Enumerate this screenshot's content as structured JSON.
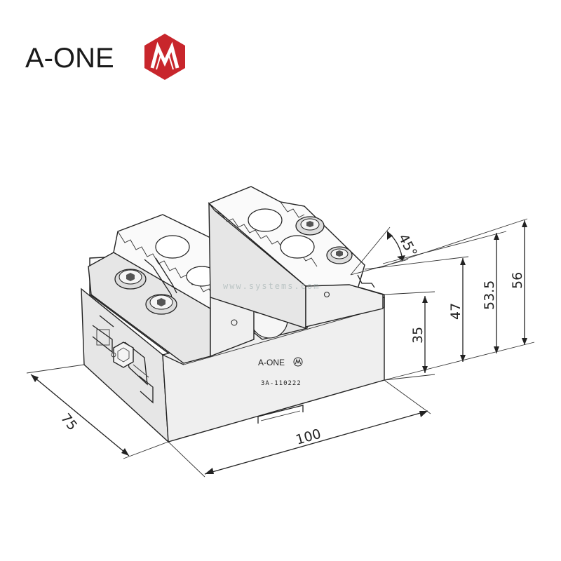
{
  "brand": {
    "name": "A-ONE",
    "logo_color": "#c8262c"
  },
  "product": {
    "engraved_brand": "A-ONE",
    "serial": "3A-110222"
  },
  "watermark": "www.systems.com",
  "dimensions": {
    "width": "100",
    "depth": "75",
    "height_body": "35",
    "height_jaw_seat": "47",
    "height_jaw_step": "53.5",
    "height_total": "56",
    "jaw_angle": "45°"
  },
  "colors": {
    "line": "#222222",
    "face_light": "#efefef"
  }
}
